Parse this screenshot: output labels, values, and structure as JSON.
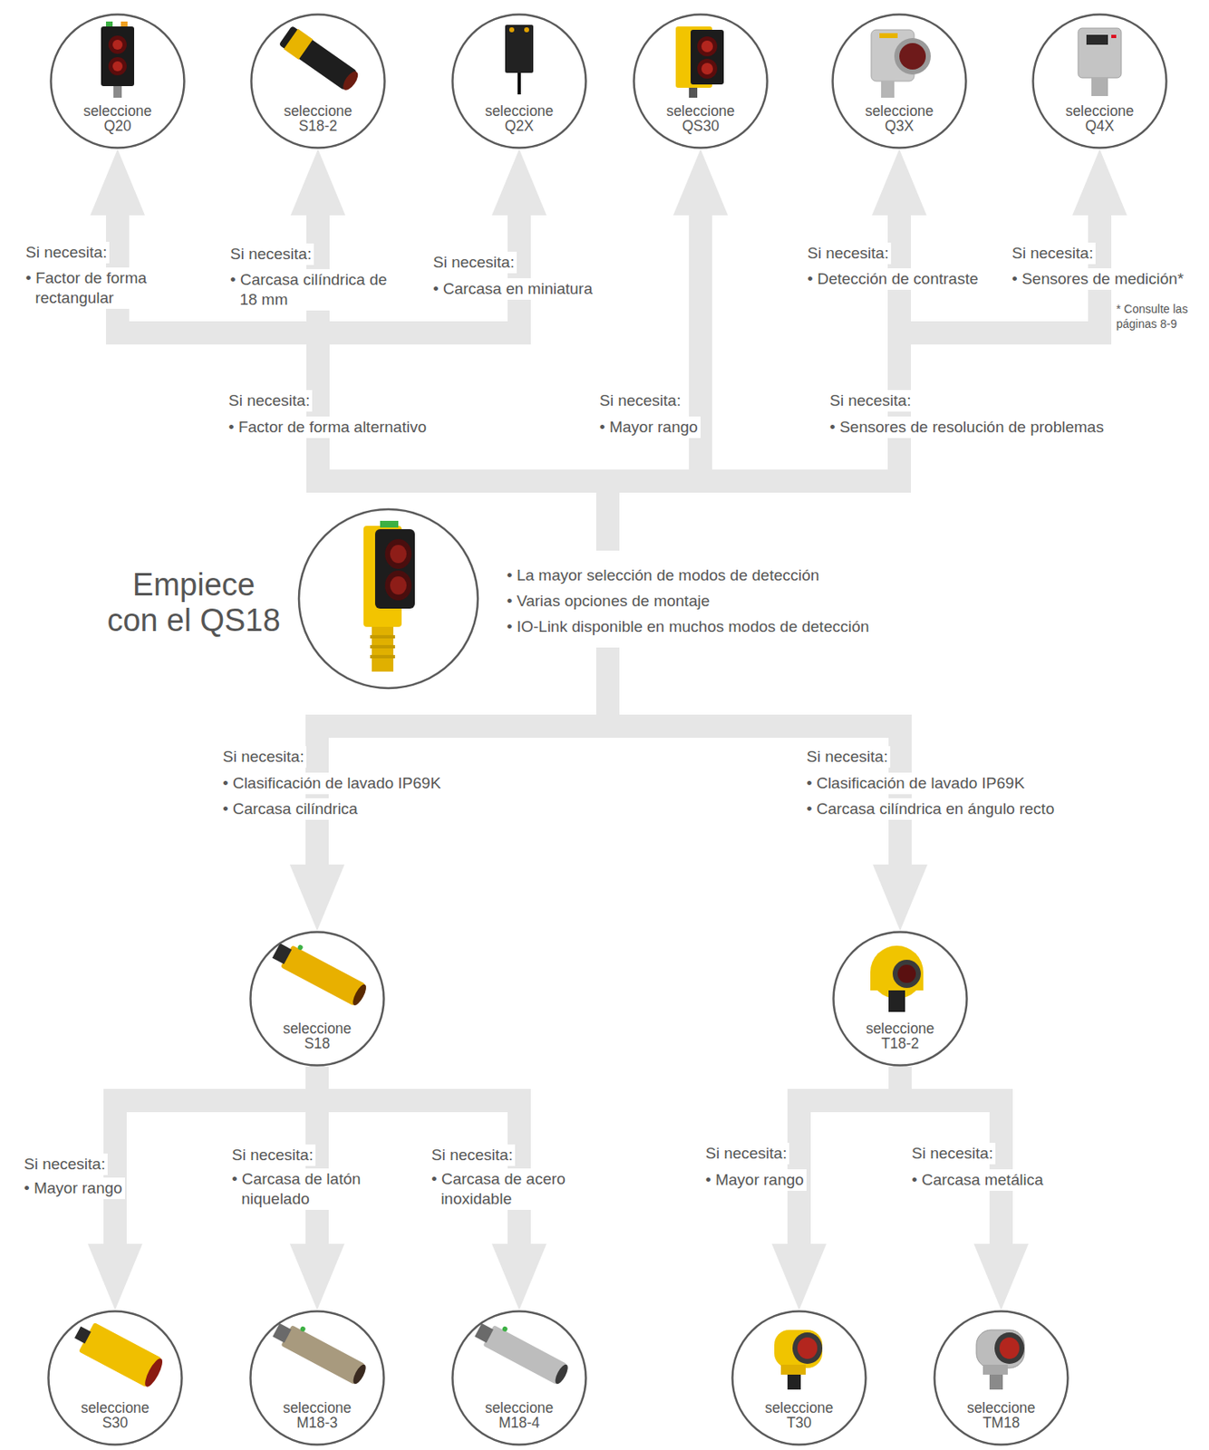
{
  "diagram": {
    "nodes": [
      {
        "text": [
          "seleccione Q20"
        ]
      },
      {
        "text": [
          "seleccione S18-2"
        ]
      },
      {
        "text": [
          "seleccione Q2X"
        ]
      },
      {
        "text": [
          "seleccione QS30"
        ]
      },
      {
        "text": [
          "seleccione Q3X"
        ]
      },
      {
        "text": [
          "seleccione Q4X"
        ]
      },
      {
        "text": [
          "Empiece con el QS18",
          "• La mayor selección de modos de detección",
          "• Varias opciones de montaje",
          "• IO-Link disponible en muchos modos de detección"
        ]
      },
      {
        "text": [
          "seleccione S18"
        ]
      },
      {
        "text": [
          "seleccione T18-2"
        ]
      },
      {
        "text": [
          "seleccione S30"
        ]
      },
      {
        "text": [
          "seleccione M18-3"
        ]
      },
      {
        "text": [
          "seleccione M18-4"
        ]
      },
      {
        "text": [
          "seleccione T30"
        ]
      },
      {
        "text": [
          "seleccione TM18"
        ]
      }
    ],
    "edges": [
      {
        "from": 6,
        "to": 0,
        "arrow": "to"
      },
      {
        "from": 6,
        "to": 1,
        "arrow": "to"
      },
      {
        "from": 6,
        "to": 2,
        "arrow": "to"
      },
      {
        "from": 6,
        "to": 3,
        "arrow": "to"
      },
      {
        "from": 6,
        "to": 4,
        "arrow": "to"
      },
      {
        "from": 6,
        "to": 5,
        "arrow": "to"
      },
      {
        "from": 6,
        "to": 7,
        "arrow": "to"
      },
      {
        "from": 6,
        "to": 8,
        "arrow": "to"
      },
      {
        "from": 7,
        "to": 9,
        "arrow": "to"
      },
      {
        "from": 7,
        "to": 10,
        "arrow": "to"
      },
      {
        "from": 7,
        "to": 11,
        "arrow": "to"
      },
      {
        "from": 8,
        "to": 12,
        "arrow": "to"
      },
      {
        "from": 8,
        "to": 13,
        "arrow": "to"
      }
    ],
    "labels": [
      "Si necesita:",
      "• Factor de forma rectangular",
      "Si necesita:",
      "• Carcasa cilíndrica de 18 mm",
      "Si necesita:",
      "• Carcasa en miniatura",
      "Si necesita:",
      "• Detección de contraste",
      "Si necesita:",
      "• Sensores de medición*",
      "* Consulte las páginas 8-9",
      "Si necesita:",
      "• Factor de forma alternativo",
      "Si necesita:",
      "• Mayor rango",
      "Si necesita:",
      "• Sensores de resolución de problemas",
      "Si necesita:",
      "• Clasificación de lavado IP69K",
      "• Carcasa cilíndrica",
      "Si necesita:",
      "• Clasificación de lavado IP69K",
      "• Carcasa cilíndrica en ángulo recto",
      "Si necesita:",
      "• Mayor rango",
      "Si necesita:",
      "• Carcasa de latón niquelado",
      "Si necesita:",
      "• Carcasa de acero inoxidable",
      "Si necesita:",
      "• Mayor rango",
      "Si necesita:",
      "• Carcasa metálica"
    ]
  }
}
